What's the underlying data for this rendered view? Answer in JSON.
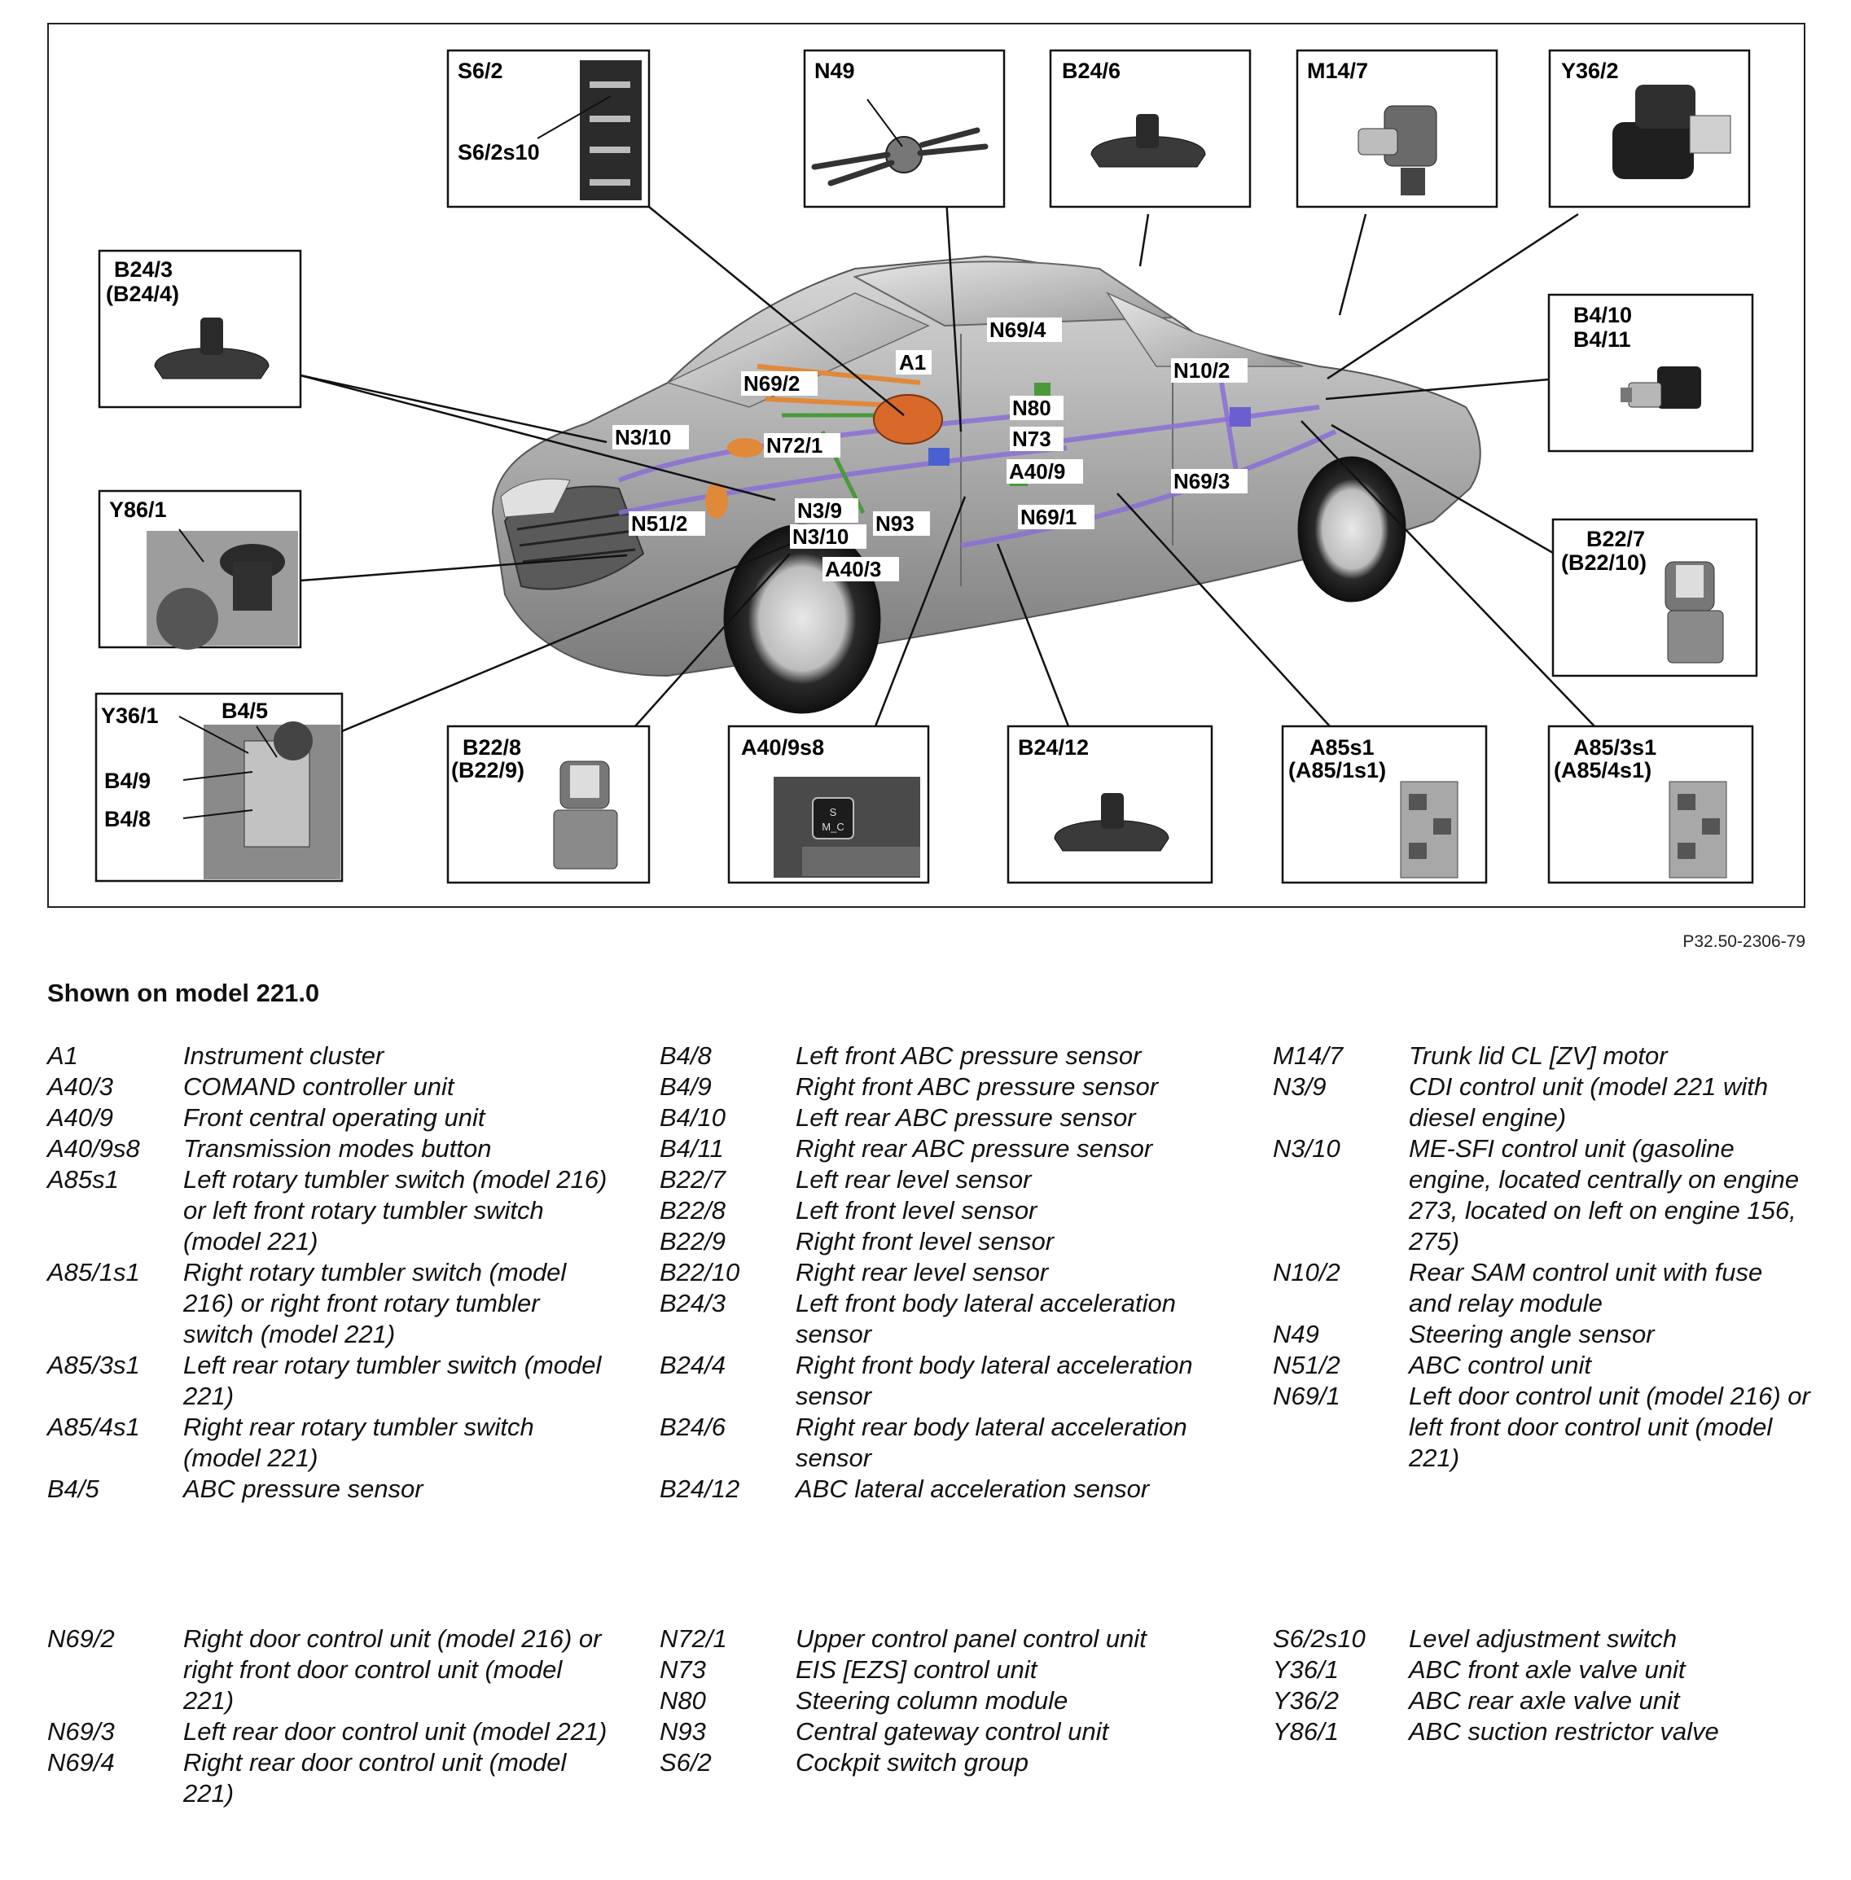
{
  "diagram": {
    "callouts": {
      "s62": "S6/2",
      "s62s10": "S6/2s10",
      "n49": "N49",
      "b246": "B24/6",
      "m147": "M14/7",
      "y362": "Y36/2",
      "b243": "B24/3",
      "b244": "(B24/4)",
      "b410": "B4/10",
      "b411": "B4/11",
      "y861": "Y86/1",
      "b227": "B22/7",
      "b2210": "(B22/10)",
      "y361": "Y36/1",
      "b45": "B4/5",
      "b49": "B4/9",
      "b48": "B4/8",
      "b228": "B22/8",
      "b229": "(B22/9)",
      "a409s8": "A40/9s8",
      "b2412": "B24/12",
      "a85s1": "A85s1",
      "a851s1": "(A85/1s1)",
      "a853s1": "A85/3s1",
      "a854s1": "(A85/4s1)",
      "a409s8_button": "S\nM_C"
    },
    "car_labels": {
      "a1": "A1",
      "n694": "N69/4",
      "n692": "N69/2",
      "n80": "N80",
      "n102": "N10/2",
      "n310_top": "N3/10",
      "n721": "N72/1",
      "n73": "N73",
      "a409": "A40/9",
      "n693": "N69/3",
      "n39": "N3/9",
      "n512": "N51/2",
      "n310_mid": "N3/10",
      "n93": "N93",
      "n691": "N69/1",
      "a403": "A40/3"
    },
    "reference": "P32.50-2306-79"
  },
  "subtitle": "Shown on model 221.0",
  "legend": {
    "col1": [
      {
        "code": "A1",
        "desc": "Instrument cluster"
      },
      {
        "code": "A40/3",
        "desc": "COMAND controller unit"
      },
      {
        "code": "A40/9",
        "desc": "Front central operating unit"
      },
      {
        "code": "A40/9s8",
        "desc": "Transmission modes button"
      },
      {
        "code": "A85s1",
        "desc": "Left rotary tumbler switch (model 216) or left front rotary tumbler switch (model 221)"
      },
      {
        "code": "A85/1s1",
        "desc": "Right rotary tumbler switch (model 216) or right front rotary tumbler switch (model 221)"
      },
      {
        "code": "A85/3s1",
        "desc": "Left rear rotary tumbler switch (model 221)"
      },
      {
        "code": "A85/4s1",
        "desc": "Right rear rotary tumbler switch (model 221)"
      },
      {
        "code": "B4/5",
        "desc": "ABC pressure sensor"
      }
    ],
    "col2": [
      {
        "code": "B4/8",
        "desc": "Left front ABC pressure sensor"
      },
      {
        "code": "B4/9",
        "desc": "Right front ABC pressure sensor"
      },
      {
        "code": "B4/10",
        "desc": "Left rear ABC pressure sensor"
      },
      {
        "code": "B4/11",
        "desc": "Right rear ABC pressure sensor"
      },
      {
        "code": "B22/7",
        "desc": "Left rear level sensor"
      },
      {
        "code": "B22/8",
        "desc": "Left front level sensor"
      },
      {
        "code": "B22/9",
        "desc": "Right front level sensor"
      },
      {
        "code": "B22/10",
        "desc": "Right rear level sensor"
      },
      {
        "code": "B24/3",
        "desc": "Left front body lateral acceleration sensor"
      },
      {
        "code": "B24/4",
        "desc": "Right front body lateral acceleration sensor"
      },
      {
        "code": "B24/6",
        "desc": "Right rear body lateral acceleration sensor"
      },
      {
        "code": "B24/12",
        "desc": "ABC lateral acceleration sensor"
      }
    ],
    "col3": [
      {
        "code": "M14/7",
        "desc": "Trunk lid CL [ZV] motor"
      },
      {
        "code": "N3/9",
        "desc": "CDI control unit (model 221 with diesel engine)"
      },
      {
        "code": "N3/10",
        "desc": "ME-SFI control unit (gasoline engine, located centrally on engine 273, located on left on engine 156, 275)"
      },
      {
        "code": "N10/2",
        "desc": "Rear SAM control unit with fuse and relay module"
      },
      {
        "code": "N49",
        "desc": "Steering angle sensor"
      },
      {
        "code": "N51/2",
        "desc": "ABC control unit"
      },
      {
        "code": "N69/1",
        "desc": "Left door control unit (model 216) or left front door control unit (model 221)"
      }
    ],
    "col4": [
      {
        "code": "N69/2",
        "desc": "Right door control unit (model 216) or right front door control unit (model 221)"
      },
      {
        "code": "N69/3",
        "desc": "Left rear door control unit (model 221)"
      },
      {
        "code": "N69/4",
        "desc": "Right rear door control unit (model 221)"
      }
    ],
    "col5": [
      {
        "code": "N72/1",
        "desc": "Upper control panel control unit"
      },
      {
        "code": "N73",
        "desc": "EIS [EZS] control unit"
      },
      {
        "code": "N80",
        "desc": "Steering column module"
      },
      {
        "code": "N93",
        "desc": "Central gateway control unit"
      },
      {
        "code": "S6/2",
        "desc": "Cockpit switch group"
      }
    ],
    "col6": [
      {
        "code": "S6/2s10",
        "desc": "Level adjustment switch"
      },
      {
        "code": "Y36/1",
        "desc": "ABC front axle valve unit"
      },
      {
        "code": "Y36/2",
        "desc": "ABC rear axle valve unit"
      },
      {
        "code": "Y86/1",
        "desc": "ABC suction restrictor valve"
      }
    ]
  }
}
